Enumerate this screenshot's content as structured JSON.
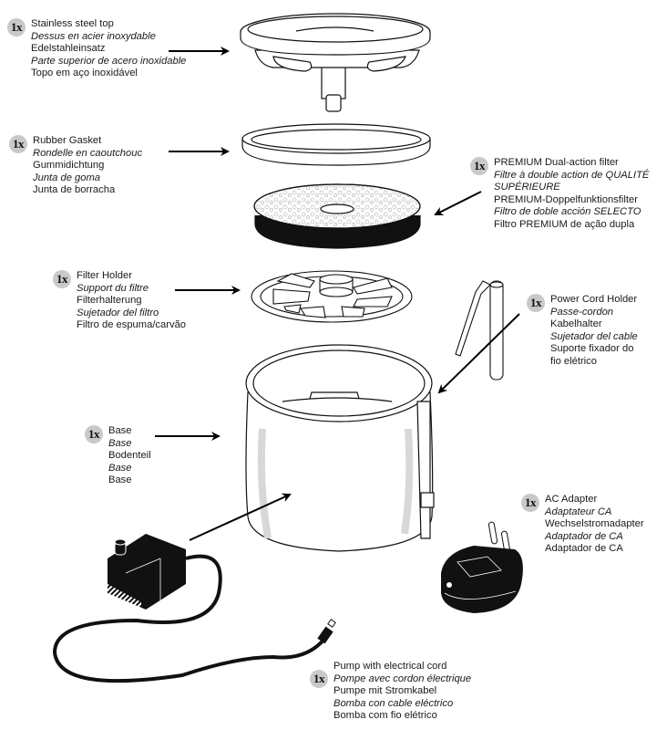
{
  "parts": [
    {
      "id": "stainless-steel-top",
      "quantity": "1x",
      "lines": [
        {
          "text": "Stainless steel top",
          "italic": false
        },
        {
          "text": "Dessus en acier inoxydable",
          "italic": true
        },
        {
          "text": "Edelstahleinsatz",
          "italic": false
        },
        {
          "text": "Parte superior de acero inoxidable",
          "italic": true
        },
        {
          "text": "Topo em aço inoxidável",
          "italic": false
        }
      ]
    },
    {
      "id": "rubber-gasket",
      "quantity": "1x",
      "lines": [
        {
          "text": "Rubber Gasket",
          "italic": false
        },
        {
          "text": "Rondelle en caoutchouc",
          "italic": true
        },
        {
          "text": "Gummidichtung",
          "italic": false
        },
        {
          "text": "Junta de goma",
          "italic": true
        },
        {
          "text": "Junta de borracha",
          "italic": false
        }
      ]
    },
    {
      "id": "premium-filter",
      "quantity": "1x",
      "lines": [
        {
          "text": "PREMIUM Dual-action filter",
          "italic": false
        },
        {
          "text": "Filtre à double action de QUALITÉ",
          "italic": true
        },
        {
          "text": "SUPÉRIEURE",
          "italic": true
        },
        {
          "text": "PREMIUM-Doppelfunktionsfilter",
          "italic": false
        },
        {
          "text": "Filtro de doble acción SELECTO",
          "italic": true
        },
        {
          "text": "Filtro PREMIUM de ação dupla",
          "italic": false
        }
      ]
    },
    {
      "id": "filter-holder",
      "quantity": "1x",
      "lines": [
        {
          "text": "Filter Holder",
          "italic": false
        },
        {
          "text": "Support du filtre",
          "italic": true
        },
        {
          "text": "Filterhalterung",
          "italic": false
        },
        {
          "text": "Sujetador del filtro",
          "italic": true
        },
        {
          "text": "Filtro de espuma/carvão",
          "italic": false
        }
      ]
    },
    {
      "id": "power-cord-holder",
      "quantity": "1x",
      "lines": [
        {
          "text": "Power Cord Holder",
          "italic": false
        },
        {
          "text": "Passe-cordon",
          "italic": true
        },
        {
          "text": "Kabelhalter",
          "italic": false
        },
        {
          "text": "Sujetador del cable",
          "italic": true
        },
        {
          "text": "Suporte fixador do",
          "italic": false
        },
        {
          "text": "fio elétrico",
          "italic": false
        }
      ]
    },
    {
      "id": "base",
      "quantity": "1x",
      "lines": [
        {
          "text": "Base",
          "italic": false
        },
        {
          "text": "Base",
          "italic": true
        },
        {
          "text": "Bodenteil",
          "italic": false
        },
        {
          "text": "Base",
          "italic": true
        },
        {
          "text": "Base",
          "italic": false
        }
      ]
    },
    {
      "id": "ac-adapter",
      "quantity": "1x",
      "lines": [
        {
          "text": "AC Adapter",
          "italic": false
        },
        {
          "text": "Adaptateur CA",
          "italic": true
        },
        {
          "text": "Wechselstromadapter",
          "italic": false
        },
        {
          "text": "Adaptador de CA",
          "italic": true
        },
        {
          "text": "Adaptador de CA",
          "italic": false
        }
      ]
    },
    {
      "id": "pump",
      "quantity": "1x",
      "lines": [
        {
          "text": "Pump with electrical cord",
          "italic": false
        },
        {
          "text": "Pompe avec cordon électrique",
          "italic": true
        },
        {
          "text": "Pumpe mit Stromkabel",
          "italic": false
        },
        {
          "text": "Bomba con cable eléctrico",
          "italic": true
        },
        {
          "text": "Bomba com fio elétrico",
          "italic": false
        }
      ]
    }
  ]
}
